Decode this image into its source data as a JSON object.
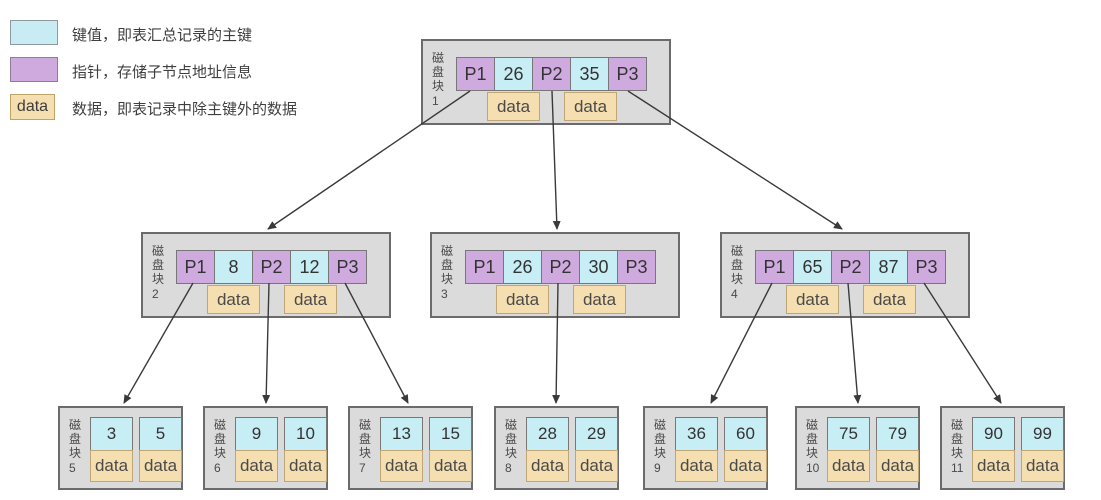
{
  "legend": {
    "items": [
      {
        "text": "键值，即表汇总记录的主键"
      },
      {
        "text": "指针，存储子节点地址信息"
      },
      {
        "swatch_label": "data",
        "text": "数据，即表记录中除主键外的数据"
      }
    ]
  },
  "colors": {
    "key": "#c7edf5",
    "pointer": "#cfaade",
    "data": "#f5dfb0",
    "node_bg": "#dbdbdb"
  },
  "blocks": [
    {
      "label": "磁盘块",
      "num": "1",
      "cells": [
        "P1",
        "26",
        "P2",
        "35",
        "P3"
      ],
      "data": [
        "data",
        "data"
      ]
    },
    {
      "label": "磁盘块",
      "num": "2",
      "cells": [
        "P1",
        "8",
        "P2",
        "12",
        "P3"
      ],
      "data": [
        "data",
        "data"
      ]
    },
    {
      "label": "磁盘块",
      "num": "3",
      "cells": [
        "P1",
        "26",
        "P2",
        "30",
        "P3"
      ],
      "data": [
        "data",
        "data"
      ]
    },
    {
      "label": "磁盘块",
      "num": "4",
      "cells": [
        "P1",
        "65",
        "P2",
        "87",
        "P3"
      ],
      "data": [
        "data",
        "data"
      ]
    },
    {
      "label": "磁盘块",
      "num": "5",
      "keys": [
        "3",
        "5"
      ],
      "data": [
        "data",
        "data"
      ]
    },
    {
      "label": "磁盘块",
      "num": "6",
      "keys": [
        "9",
        "10"
      ],
      "data": [
        "data",
        "data"
      ]
    },
    {
      "label": "磁盘块",
      "num": "7",
      "keys": [
        "13",
        "15"
      ],
      "data": [
        "data",
        "data"
      ]
    },
    {
      "label": "磁盘块",
      "num": "8",
      "keys": [
        "28",
        "29"
      ],
      "data": [
        "data",
        "data"
      ]
    },
    {
      "label": "磁盘块",
      "num": "9",
      "keys": [
        "36",
        "60"
      ],
      "data": [
        "data",
        "data"
      ]
    },
    {
      "label": "磁盘块",
      "num": "10",
      "keys": [
        "75",
        "79"
      ],
      "data": [
        "data",
        "data"
      ]
    },
    {
      "label": "磁盘块",
      "num": "11",
      "keys": [
        "90",
        "99"
      ],
      "data": [
        "data",
        "data"
      ]
    }
  ]
}
